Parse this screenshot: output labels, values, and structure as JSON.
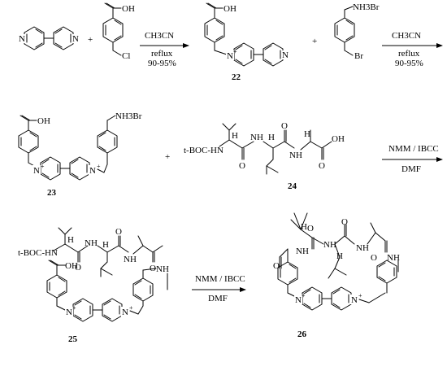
{
  "scheme": {
    "step1": {
      "conditions": [
        "CH3CN",
        "reflux",
        "90-95%"
      ]
    },
    "step2": {
      "conditions": [
        "CH3CN",
        "reflux",
        "90-95%"
      ]
    },
    "step3": {
      "conditions": [
        "NMM / IBCC",
        "DMF"
      ]
    },
    "step4": {
      "conditions": [
        "NMM / IBCC",
        "DMF"
      ]
    },
    "compound_labels": [
      "22",
      "23",
      "24",
      "25",
      "26"
    ],
    "atom_labels": {
      "n": "N",
      "n_plus": "N",
      "plus": "+",
      "oh": "OH",
      "cl": "Cl",
      "br": "Br",
      "nh3br": "NH3Br",
      "h": "H",
      "nh": "NH",
      "o": "O",
      "tboc_hn": "t-BOC-HN"
    },
    "plus_sign": "+"
  }
}
